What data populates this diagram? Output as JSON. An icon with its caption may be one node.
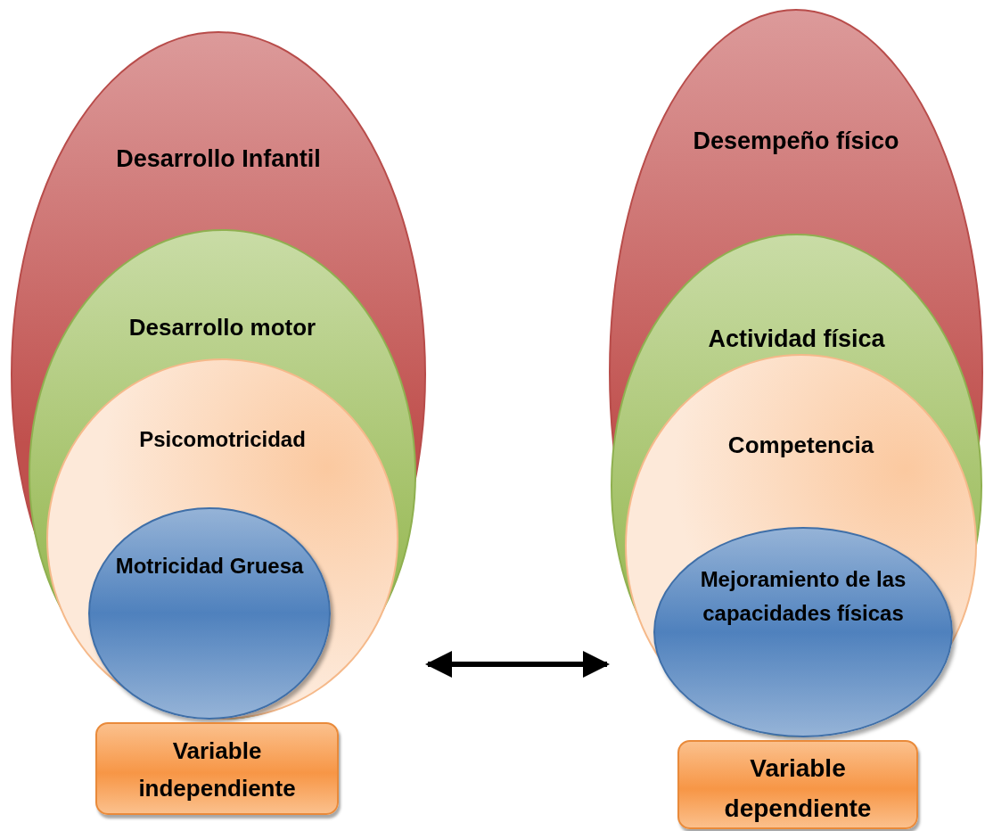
{
  "diagram": {
    "nodes": [
      {
        "text": [
          "Desarrollo Infantil"
        ]
      },
      {
        "text": [
          "Desarrollo motor"
        ],
        "in": 0
      },
      {
        "text": [
          "Psicomotricidad"
        ],
        "in": 1
      },
      {
        "text": [
          "Motricidad Gruesa"
        ],
        "in": 2
      },
      {
        "text": [
          "Variable independiente"
        ]
      },
      {
        "text": [
          "Desempeño físico"
        ]
      },
      {
        "text": [
          "Actividad física"
        ],
        "in": 5
      },
      {
        "text": [
          "Competencia"
        ],
        "in": 6
      },
      {
        "text": [
          "Mejoramiento de las capacidades físicas"
        ],
        "in": 7
      },
      {
        "text": [
          "Variable dependiente"
        ]
      }
    ],
    "edges": [
      {
        "from": 0,
        "to": 5,
        "arrow": "both"
      }
    ]
  }
}
